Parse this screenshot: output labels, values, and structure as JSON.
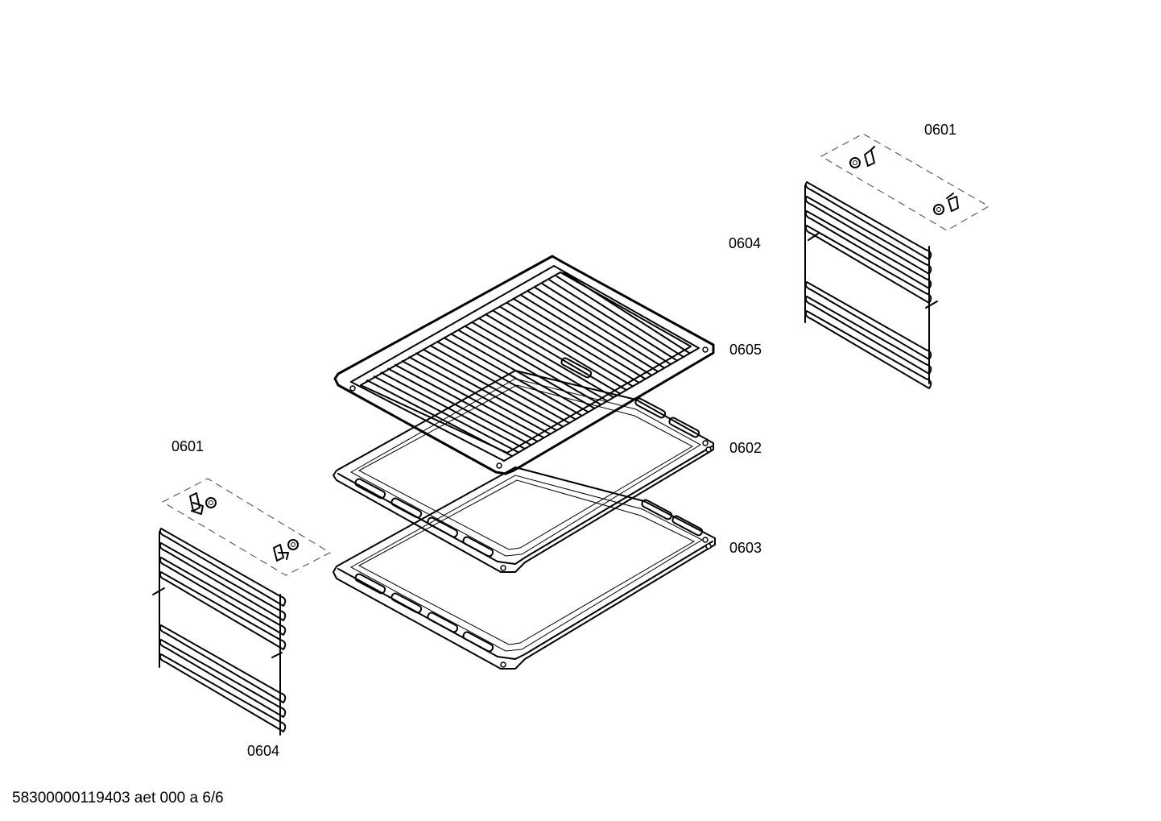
{
  "callouts": {
    "left_accessory_kit": "0601",
    "right_accessory_kit": "0601",
    "right_rail": "0604",
    "wire_rack": "0605",
    "baking_tray": "0602",
    "deep_pan": "0603",
    "left_rail": "0604"
  },
  "footer": {
    "document_id": "58300000119403 aet 000 a 6/6"
  }
}
